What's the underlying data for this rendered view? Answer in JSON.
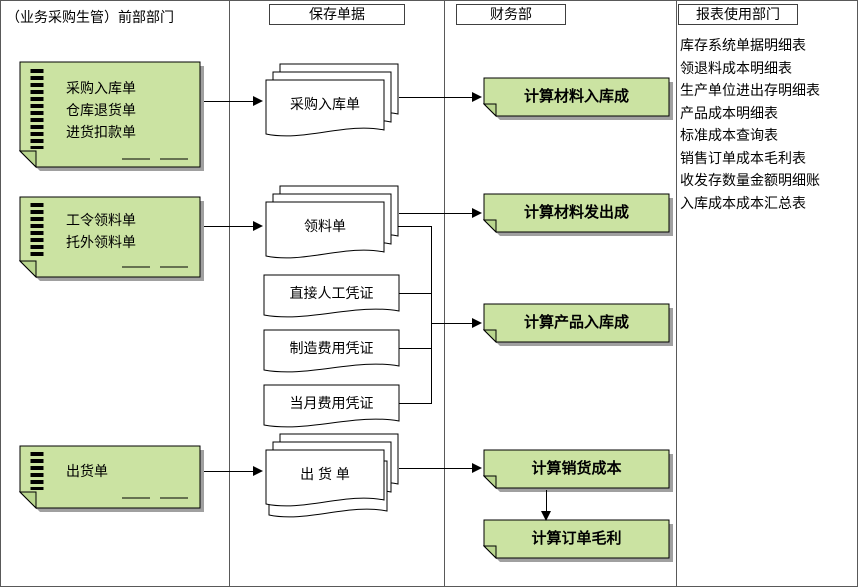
{
  "headers": {
    "front_dept": "（业务采购生管）前部部门",
    "save_docs": "保存单据",
    "finance": "财务部",
    "report_users": "报表使用部门"
  },
  "source_notes": {
    "purchase": {
      "line1": "采购入库单",
      "line2": "仓库退货单",
      "line3": "进货扣款单"
    },
    "requisition": {
      "line1": "工令领料单",
      "line2": "托外领料单"
    },
    "shipment": {
      "line1": "出货单"
    }
  },
  "documents": {
    "purchase_in": "采购入库单",
    "requisition": "领料单",
    "direct_labor": "直接人工凭证",
    "mfg_expense": "制造费用凭证",
    "month_expense": "当月费用凭证",
    "shipment": "出 货 单"
  },
  "processes": {
    "material_in": "计算材料入库成",
    "material_out": "计算材料发出成",
    "product_in": "计算产品入库成",
    "sales_cost": "计算销货成本",
    "order_profit": "计算订单毛利"
  },
  "reports": [
    "库存系统单据明细表",
    "领退料成本明细表",
    "生产单位进出存明细表",
    "产品成本明细表",
    "标准成本查询表",
    "销售订单成本毛利表",
    "收发存数量金额明细账",
    "入库成本成本汇总表"
  ],
  "colors": {
    "shape_fill": "#cbe3a2",
    "shape_fold": "#b9d68e",
    "shadow": "#a0a0a0"
  }
}
